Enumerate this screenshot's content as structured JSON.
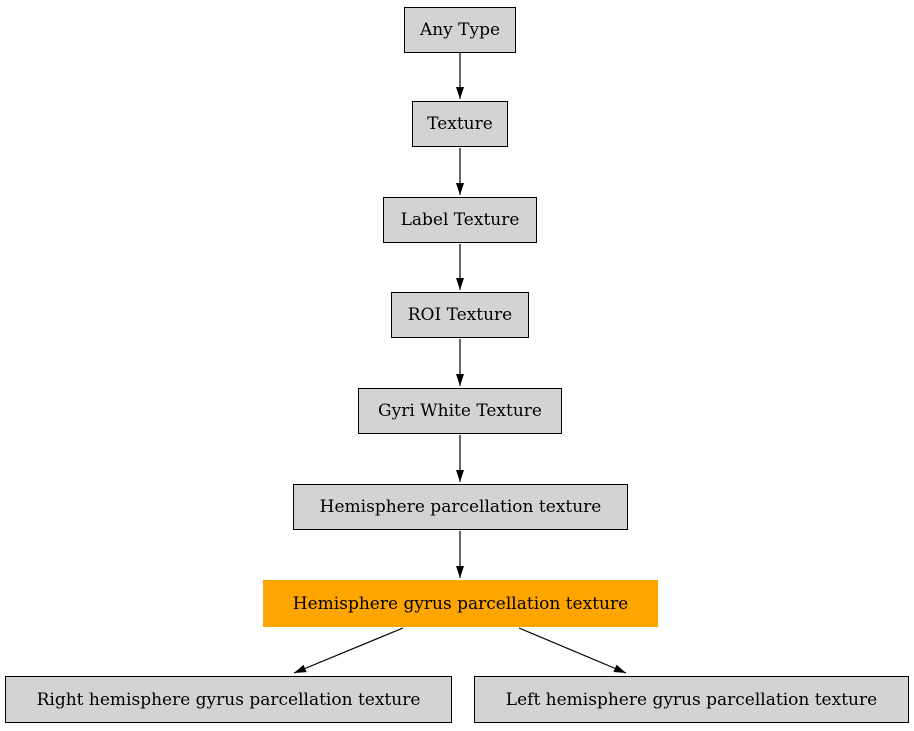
{
  "diagram": {
    "type": "hierarchy-graph",
    "nodes": [
      {
        "id": "any-type",
        "label": "Any Type",
        "highlighted": false
      },
      {
        "id": "texture",
        "label": "Texture",
        "highlighted": false
      },
      {
        "id": "label-texture",
        "label": "Label Texture",
        "highlighted": false
      },
      {
        "id": "roi-texture",
        "label": "ROI Texture",
        "highlighted": false
      },
      {
        "id": "gyri-white-texture",
        "label": "Gyri White Texture",
        "highlighted": false
      },
      {
        "id": "hemisphere-parcellation-texture",
        "label": "Hemisphere parcellation texture",
        "highlighted": false
      },
      {
        "id": "hemisphere-gyrus-parcellation-texture",
        "label": "Hemisphere gyrus parcellation texture",
        "highlighted": true
      },
      {
        "id": "right-hemisphere-gyrus-parcellation-texture",
        "label": "Right hemisphere gyrus parcellation texture",
        "highlighted": false
      },
      {
        "id": "left-hemisphere-gyrus-parcellation-texture",
        "label": "Left hemisphere gyrus parcellation texture",
        "highlighted": false
      }
    ],
    "edges": [
      {
        "from": "Any Type",
        "to": "Texture"
      },
      {
        "from": "Texture",
        "to": "Label Texture"
      },
      {
        "from": "Label Texture",
        "to": "ROI Texture"
      },
      {
        "from": "ROI Texture",
        "to": "Gyri White Texture"
      },
      {
        "from": "Gyri White Texture",
        "to": "Hemisphere parcellation texture"
      },
      {
        "from": "Hemisphere parcellation texture",
        "to": "Hemisphere gyrus parcellation texture"
      },
      {
        "from": "Hemisphere gyrus parcellation texture",
        "to": "Right hemisphere gyrus parcellation texture"
      },
      {
        "from": "Hemisphere gyrus parcellation texture",
        "to": "Left hemisphere gyrus parcellation texture"
      }
    ],
    "colors": {
      "node_fill": "#d3d3d3",
      "node_border": "#000000",
      "highlight_fill": "#ffa500",
      "edge": "#000000",
      "text": "#000000",
      "background": "#ffffff"
    }
  }
}
